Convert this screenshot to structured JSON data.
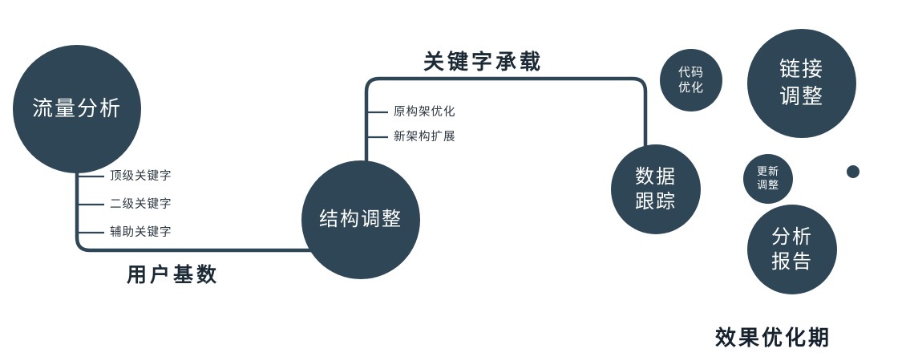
{
  "diagram": {
    "accent_color": "#2E4656",
    "nodes": {
      "traffic": {
        "label": "流量分析"
      },
      "structure": {
        "label": "结构调整"
      },
      "tracking": {
        "line1": "数据",
        "line2": "跟踪"
      },
      "code": {
        "line1": "代码",
        "line2": "优化"
      },
      "link": {
        "line1": "链接",
        "line2": "调整"
      },
      "update": {
        "line1": "更新",
        "line2": "调整"
      },
      "report": {
        "line1": "分析",
        "line2": "报告"
      }
    },
    "branches": {
      "traffic": [
        "顶级关键字",
        "二级关键字",
        "辅助关键字"
      ],
      "structure": [
        "原构架优化",
        "新架构扩展"
      ]
    },
    "edge_labels": {
      "user_base": "用户基数",
      "keyword_bearing": "关键字承载"
    },
    "footer_label": "效果优化期"
  }
}
